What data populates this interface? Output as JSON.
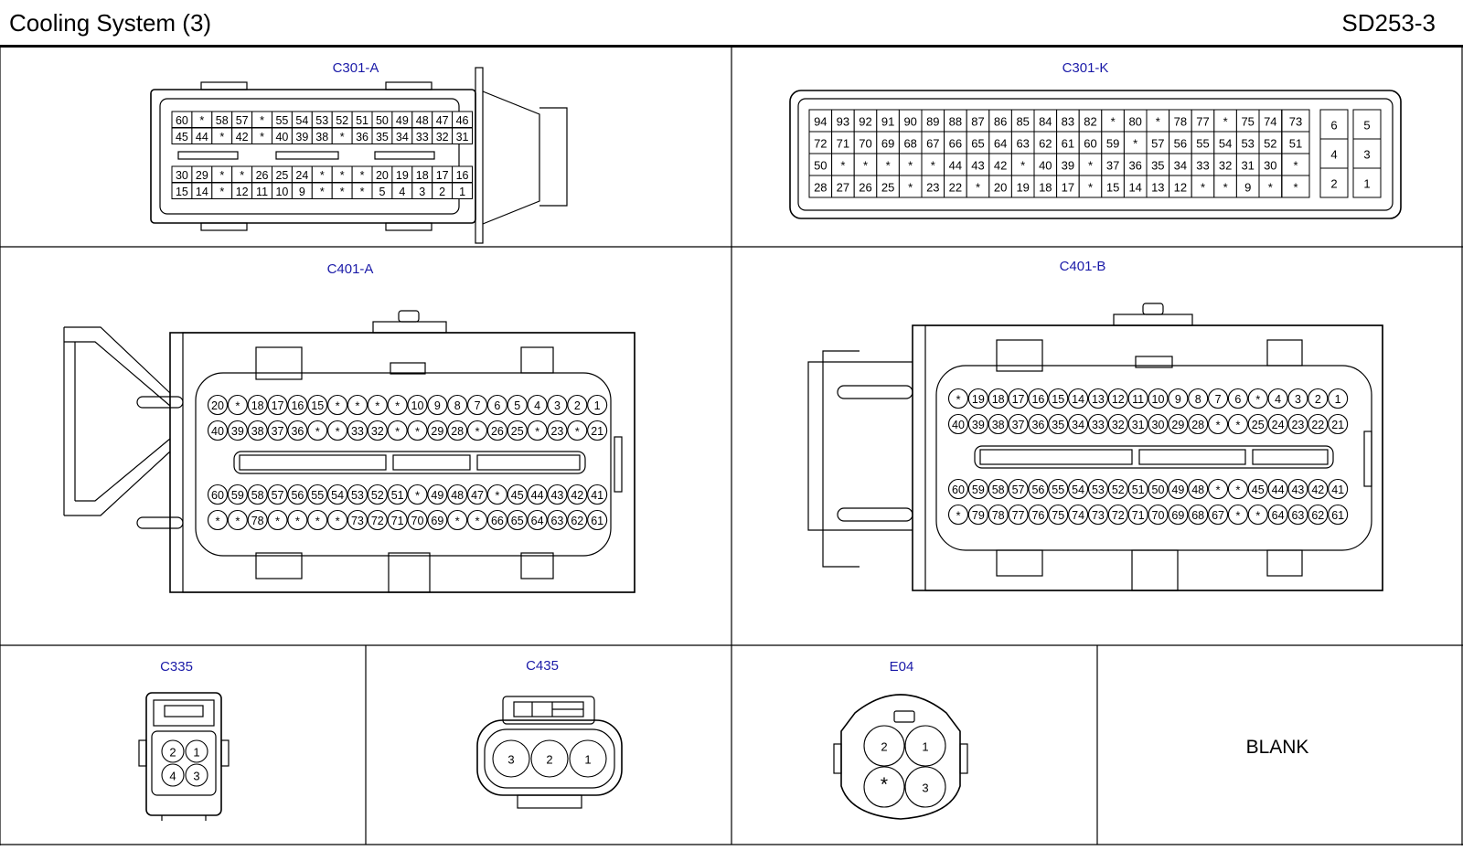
{
  "header": {
    "title": "Cooling System (3)",
    "code": "SD253-3"
  },
  "connectors": {
    "c301a": {
      "label": "C301-A",
      "rows": [
        [
          "60",
          "*",
          "58",
          "57",
          "*",
          "55",
          "54",
          "53",
          "52",
          "51",
          "50",
          "49",
          "48",
          "47",
          "46"
        ],
        [
          "45",
          "44",
          "*",
          "42",
          "*",
          "40",
          "39",
          "38",
          "*",
          "36",
          "35",
          "34",
          "33",
          "32",
          "31"
        ],
        [
          "30",
          "29",
          "*",
          "*",
          "26",
          "25",
          "24",
          "*",
          "*",
          "*",
          "20",
          "19",
          "18",
          "17",
          "16"
        ],
        [
          "15",
          "14",
          "*",
          "12",
          "11",
          "10",
          "9",
          "*",
          "*",
          "*",
          "5",
          "4",
          "3",
          "2",
          "1"
        ]
      ]
    },
    "c301k": {
      "label": "C301-K",
      "main_rows": [
        [
          "94",
          "93",
          "92",
          "91",
          "90",
          "89",
          "88",
          "87",
          "86",
          "85",
          "84",
          "83",
          "82",
          "*",
          "80",
          "*",
          "78",
          "77",
          "*",
          "75",
          "74"
        ],
        [
          "72",
          "71",
          "70",
          "69",
          "68",
          "67",
          "66",
          "65",
          "64",
          "63",
          "62",
          "61",
          "60",
          "59",
          "*",
          "57",
          "56",
          "55",
          "54",
          "53",
          "52"
        ],
        [
          "50",
          "*",
          "*",
          "*",
          "*",
          "*",
          "44",
          "43",
          "42",
          "*",
          "40",
          "39",
          "*",
          "37",
          "36",
          "35",
          "34",
          "33",
          "32",
          "31",
          "30"
        ],
        [
          "28",
          "27",
          "26",
          "25",
          "*",
          "23",
          "22",
          "*",
          "20",
          "19",
          "18",
          "17",
          "*",
          "15",
          "14",
          "13",
          "12",
          "*",
          "*",
          "9",
          "*"
        ]
      ],
      "mid_col": [
        "73",
        "51",
        "*",
        "*"
      ],
      "side_left": [
        "6",
        "4",
        "2"
      ],
      "side_right": [
        "5",
        "3",
        "1"
      ]
    },
    "c401a": {
      "label": "C401-A",
      "rows": [
        [
          "20",
          "*",
          "18",
          "17",
          "16",
          "15",
          "*",
          "*",
          "*",
          "*",
          "10",
          "9",
          "8",
          "7",
          "6",
          "5",
          "4",
          "3",
          "2",
          "1"
        ],
        [
          "40",
          "39",
          "38",
          "37",
          "36",
          "*",
          "*",
          "33",
          "32",
          "*",
          "*",
          "29",
          "28",
          "*",
          "26",
          "25",
          "*",
          "23",
          "*",
          "21"
        ],
        [
          "60",
          "59",
          "58",
          "57",
          "56",
          "55",
          "54",
          "53",
          "52",
          "51",
          "*",
          "49",
          "48",
          "47",
          "*",
          "45",
          "44",
          "43",
          "42",
          "41"
        ],
        [
          "*",
          "*",
          "78",
          "*",
          "*",
          "*",
          "*",
          "73",
          "72",
          "71",
          "70",
          "69",
          "*",
          "*",
          "66",
          "65",
          "64",
          "63",
          "62",
          "61"
        ]
      ]
    },
    "c401b": {
      "label": "C401-B",
      "rows": [
        [
          "*",
          "19",
          "18",
          "17",
          "16",
          "15",
          "14",
          "13",
          "12",
          "11",
          "10",
          "9",
          "8",
          "7",
          "6",
          "*",
          "4",
          "3",
          "2",
          "1"
        ],
        [
          "40",
          "39",
          "38",
          "37",
          "36",
          "35",
          "34",
          "33",
          "32",
          "31",
          "30",
          "29",
          "28",
          "*",
          "*",
          "25",
          "24",
          "23",
          "22",
          "21"
        ],
        [
          "60",
          "59",
          "58",
          "57",
          "56",
          "55",
          "54",
          "53",
          "52",
          "51",
          "50",
          "49",
          "48",
          "*",
          "*",
          "45",
          "44",
          "43",
          "42",
          "41"
        ],
        [
          "*",
          "79",
          "78",
          "77",
          "76",
          "75",
          "74",
          "73",
          "72",
          "71",
          "70",
          "69",
          "68",
          "67",
          "*",
          "*",
          "64",
          "63",
          "62",
          "61"
        ]
      ]
    },
    "c335": {
      "label": "C335",
      "pins": [
        "2",
        "1",
        "4",
        "3"
      ]
    },
    "c435": {
      "label": "C435",
      "pins": [
        "3",
        "2",
        "1"
      ]
    },
    "e04": {
      "label": "E04",
      "pins": [
        "2",
        "1",
        "*",
        "3"
      ]
    }
  },
  "blank": {
    "text": "BLANK"
  }
}
